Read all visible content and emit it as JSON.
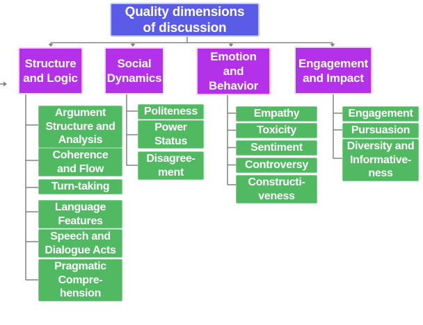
{
  "title": {
    "label": "Quality dimensions\nof discussion"
  },
  "branches": [
    {
      "label": "Structure\nand Logic",
      "leaves": [
        "Argument\nStructure and\nAnalysis",
        "Coherence\nand Flow",
        "Turn-taking",
        "Language\nFeatures",
        "Speech and\nDialogue Acts",
        "Pragmatic\nCompre-\nhension"
      ]
    },
    {
      "label": "Social\nDynamics",
      "leaves": [
        "Politeness",
        "Power\nStatus",
        "Disagree-\nment"
      ]
    },
    {
      "label": "Emotion\nand\nBehavior",
      "leaves": [
        "Empathy",
        "Toxicity",
        "Sentiment",
        "Controversy",
        "Constructi-\nveness"
      ]
    },
    {
      "label": "Engagement\nand Impact",
      "leaves": [
        "Engagement",
        "Pursuasion",
        "Diversity and\nInformative-\nness"
      ]
    }
  ],
  "colors": {
    "title_bg": "#5a5ce8",
    "title_border": "#c9cdec",
    "branch_bg": "#b431ea",
    "branch_border": "#eed7f6",
    "leaf_bg": "#50b961",
    "leaf_border": "#82d192",
    "connector": "#828282",
    "text": "#ffffff"
  }
}
